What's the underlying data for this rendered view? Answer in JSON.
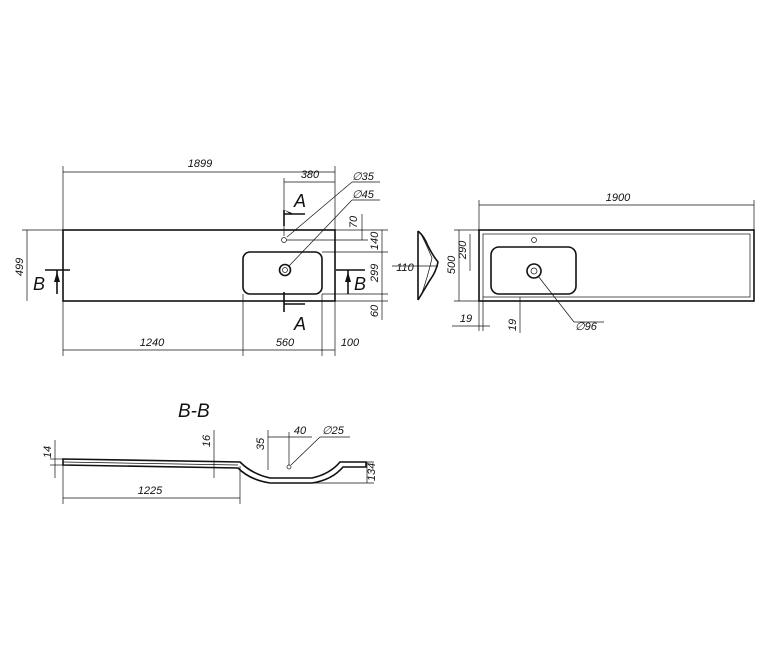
{
  "top_view": {
    "overall_width": "1899",
    "basin_offset": "380",
    "hole_small": "∅35",
    "hole_large": "∅45",
    "tap_offset": "70",
    "depth_left": "499",
    "basin_depth": "299",
    "basin_top": "140",
    "basin_bottom": "60",
    "left_length": "1240",
    "basin_width": "560",
    "right_edge": "100",
    "section_a_top": "A",
    "section_a_bottom": "A",
    "section_b_left": "B",
    "section_b_right": "B"
  },
  "side_view": {
    "profile_depth": "110"
  },
  "right_view": {
    "overall_width": "1900",
    "depth": "500",
    "basin_depth": "290",
    "side_margin_left": "19",
    "side_margin_bottom": "19",
    "drain_diameter": "∅96"
  },
  "section_bb": {
    "title": "B-B",
    "thickness": "14",
    "step": "16",
    "tap_height": "35",
    "tap_offset": "40",
    "hole": "∅25",
    "depth": "134",
    "length": "1225"
  }
}
